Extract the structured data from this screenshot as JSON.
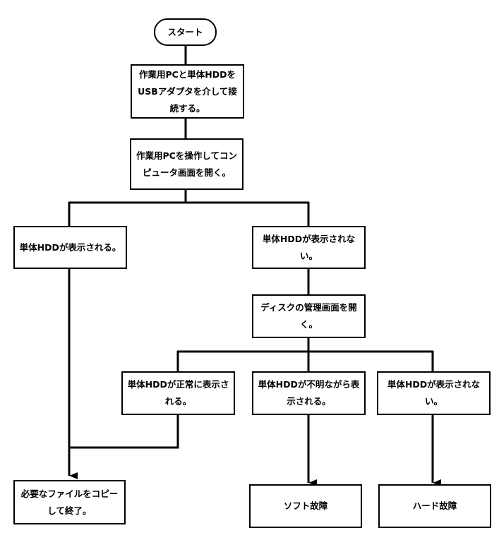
{
  "title": "HDD troubleshooting flowchart",
  "nodes": {
    "start": "スタート",
    "connect": "作業用PCと単体HDDをUSBアダプタを介して接続する。",
    "open_computer": "作業用PCを操作してコンピュータ画面を開く。",
    "hdd_shown": "単体HDDが表示される。",
    "hdd_not_shown": "単体HDDが表示されない。",
    "open_disk_mgmt": "ディスクの管理画面を開く。",
    "hdd_normal": "単体HDDが正常に表示される。",
    "hdd_unknown": "単体HDDが不明ながら表示される。",
    "hdd_not_shown_2": "単体HDDが表示されない。",
    "copy_and_finish": "必要なファイルをコピーして終了。",
    "soft_failure": "ソフト故障",
    "hard_failure": "ハード故障"
  },
  "colors": {
    "line": "#000000",
    "box_border": "#000000",
    "box_fill": "#ffffff"
  }
}
